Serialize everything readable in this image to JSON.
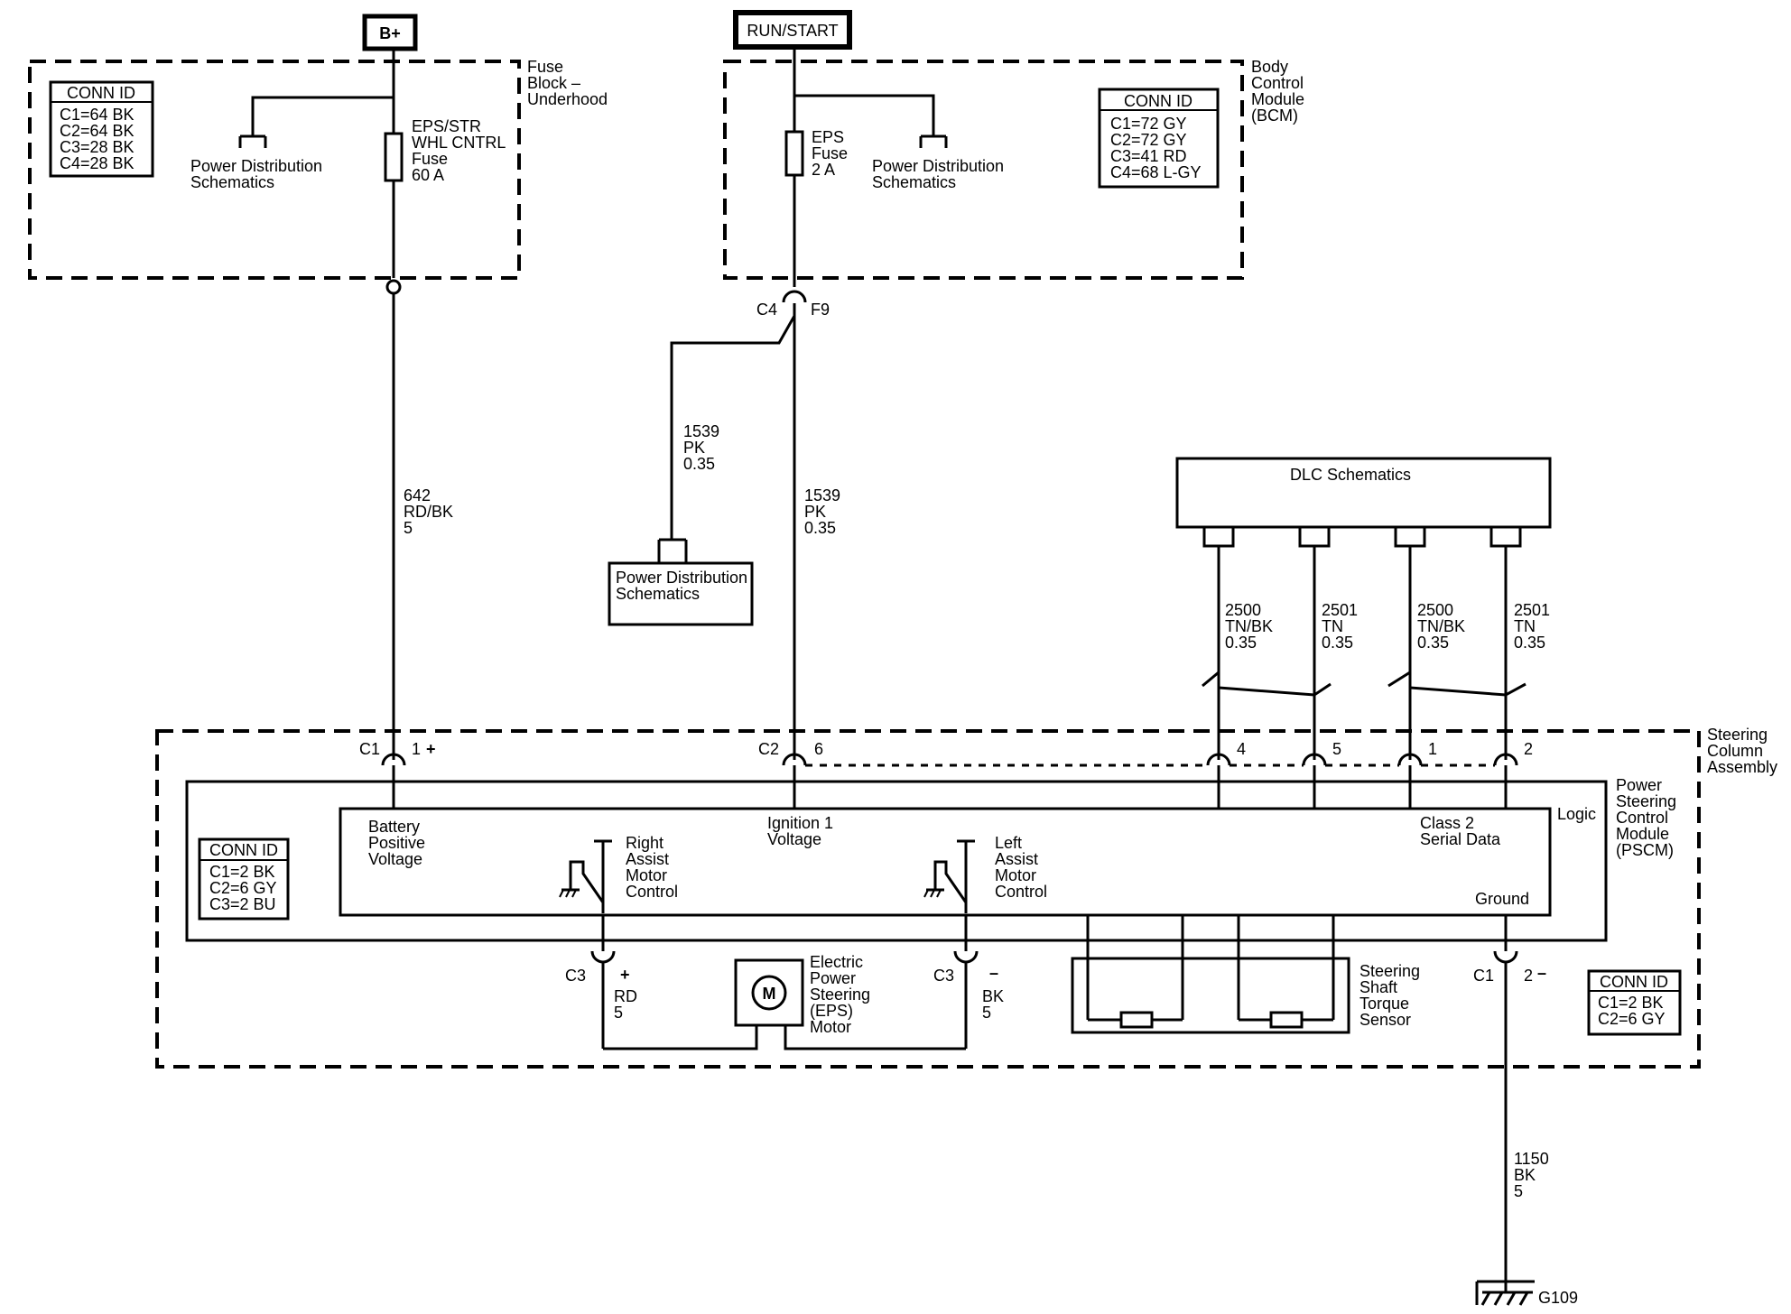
{
  "sources": {
    "bplus": "B+",
    "run_start": "RUN/START"
  },
  "fuse_block": {
    "title_lines": [
      "Fuse",
      "Block –",
      "Underhood"
    ],
    "conn_id": {
      "header": "CONN ID",
      "rows": [
        "C1=64 BK",
        "C2=64 BK",
        "C3=28 BK",
        "C4=28 BK"
      ]
    },
    "power_dist": [
      "Power Distribution",
      "Schematics"
    ],
    "fuse_label": [
      "EPS/STR",
      "WHL CNTRL",
      "Fuse",
      "60 A"
    ]
  },
  "bcm": {
    "title_lines": [
      "Body",
      "Control",
      "Module",
      "(BCM)"
    ],
    "conn_id": {
      "header": "CONN ID",
      "rows": [
        "C1=72 GY",
        "C2=72 GY",
        "C3=41 RD",
        "C4=68 L-GY"
      ]
    },
    "fuse_label": [
      "EPS",
      "Fuse",
      "2 A"
    ],
    "power_dist": [
      "Power Distribution",
      "Schematics"
    ],
    "connector": "C4",
    "pin": "F9"
  },
  "wires": {
    "w642": [
      "642",
      "RD/BK",
      "5"
    ],
    "w1539_branch": [
      "1539",
      "PK",
      "0.35"
    ],
    "w1539": [
      "1539",
      "PK",
      "0.35"
    ],
    "w2500a": [
      "2500",
      "TN/BK",
      "0.35"
    ],
    "w2501a": [
      "2501",
      "TN",
      "0.35"
    ],
    "w2500b": [
      "2500",
      "TN/BK",
      "0.35"
    ],
    "w2501b": [
      "2501",
      "TN",
      "0.35"
    ],
    "w1150": [
      "1150",
      "BK",
      "5"
    ],
    "rd": [
      "RD",
      "5"
    ],
    "bk": [
      "BK",
      "5"
    ]
  },
  "power_dist_box": [
    "Power Distribution",
    "Schematics"
  ],
  "dlc": {
    "label": "DLC Schematics"
  },
  "steering_column": {
    "title_lines": [
      "Steering",
      "Column",
      "Assembly"
    ]
  },
  "pscm": {
    "title_lines": [
      "Power",
      "Steering",
      "Control",
      "Module",
      "(PSCM)"
    ],
    "logic": "Logic",
    "battery": [
      "Battery",
      "Positive",
      "Voltage"
    ],
    "ignition": [
      "Ignition 1",
      "Voltage"
    ],
    "serial": [
      "Class 2",
      "Serial Data"
    ],
    "ground": "Ground",
    "right_motor": [
      "Right",
      "Assist",
      "Motor",
      "Control"
    ],
    "left_motor": [
      "Left",
      "Assist",
      "Motor",
      "Control"
    ],
    "conn_id": {
      "header": "CONN ID",
      "rows": [
        "C1=2 BK",
        "C2=6 GY",
        "C3=2 BU"
      ]
    }
  },
  "connectors": {
    "c1": "C1",
    "c1_pin": "1",
    "c2": "C2",
    "c2_pin": "6",
    "p4": "4",
    "p5": "5",
    "p1": "1",
    "p2": "2",
    "c3a": "C3",
    "c3b": "C3",
    "c1g": "C1",
    "c1g_pin": "2"
  },
  "motor": {
    "symbol": "M",
    "label": [
      "Electric",
      "Power",
      "Steering",
      "(EPS)",
      "Motor"
    ]
  },
  "torque_sensor": {
    "label": [
      "Steering",
      "Shaft",
      "Torque",
      "Sensor"
    ]
  },
  "ground_conn_id": {
    "header": "CONN ID",
    "rows": [
      "C1=2 BK",
      "C2=6 GY"
    ]
  },
  "ground": {
    "label": "G109"
  }
}
